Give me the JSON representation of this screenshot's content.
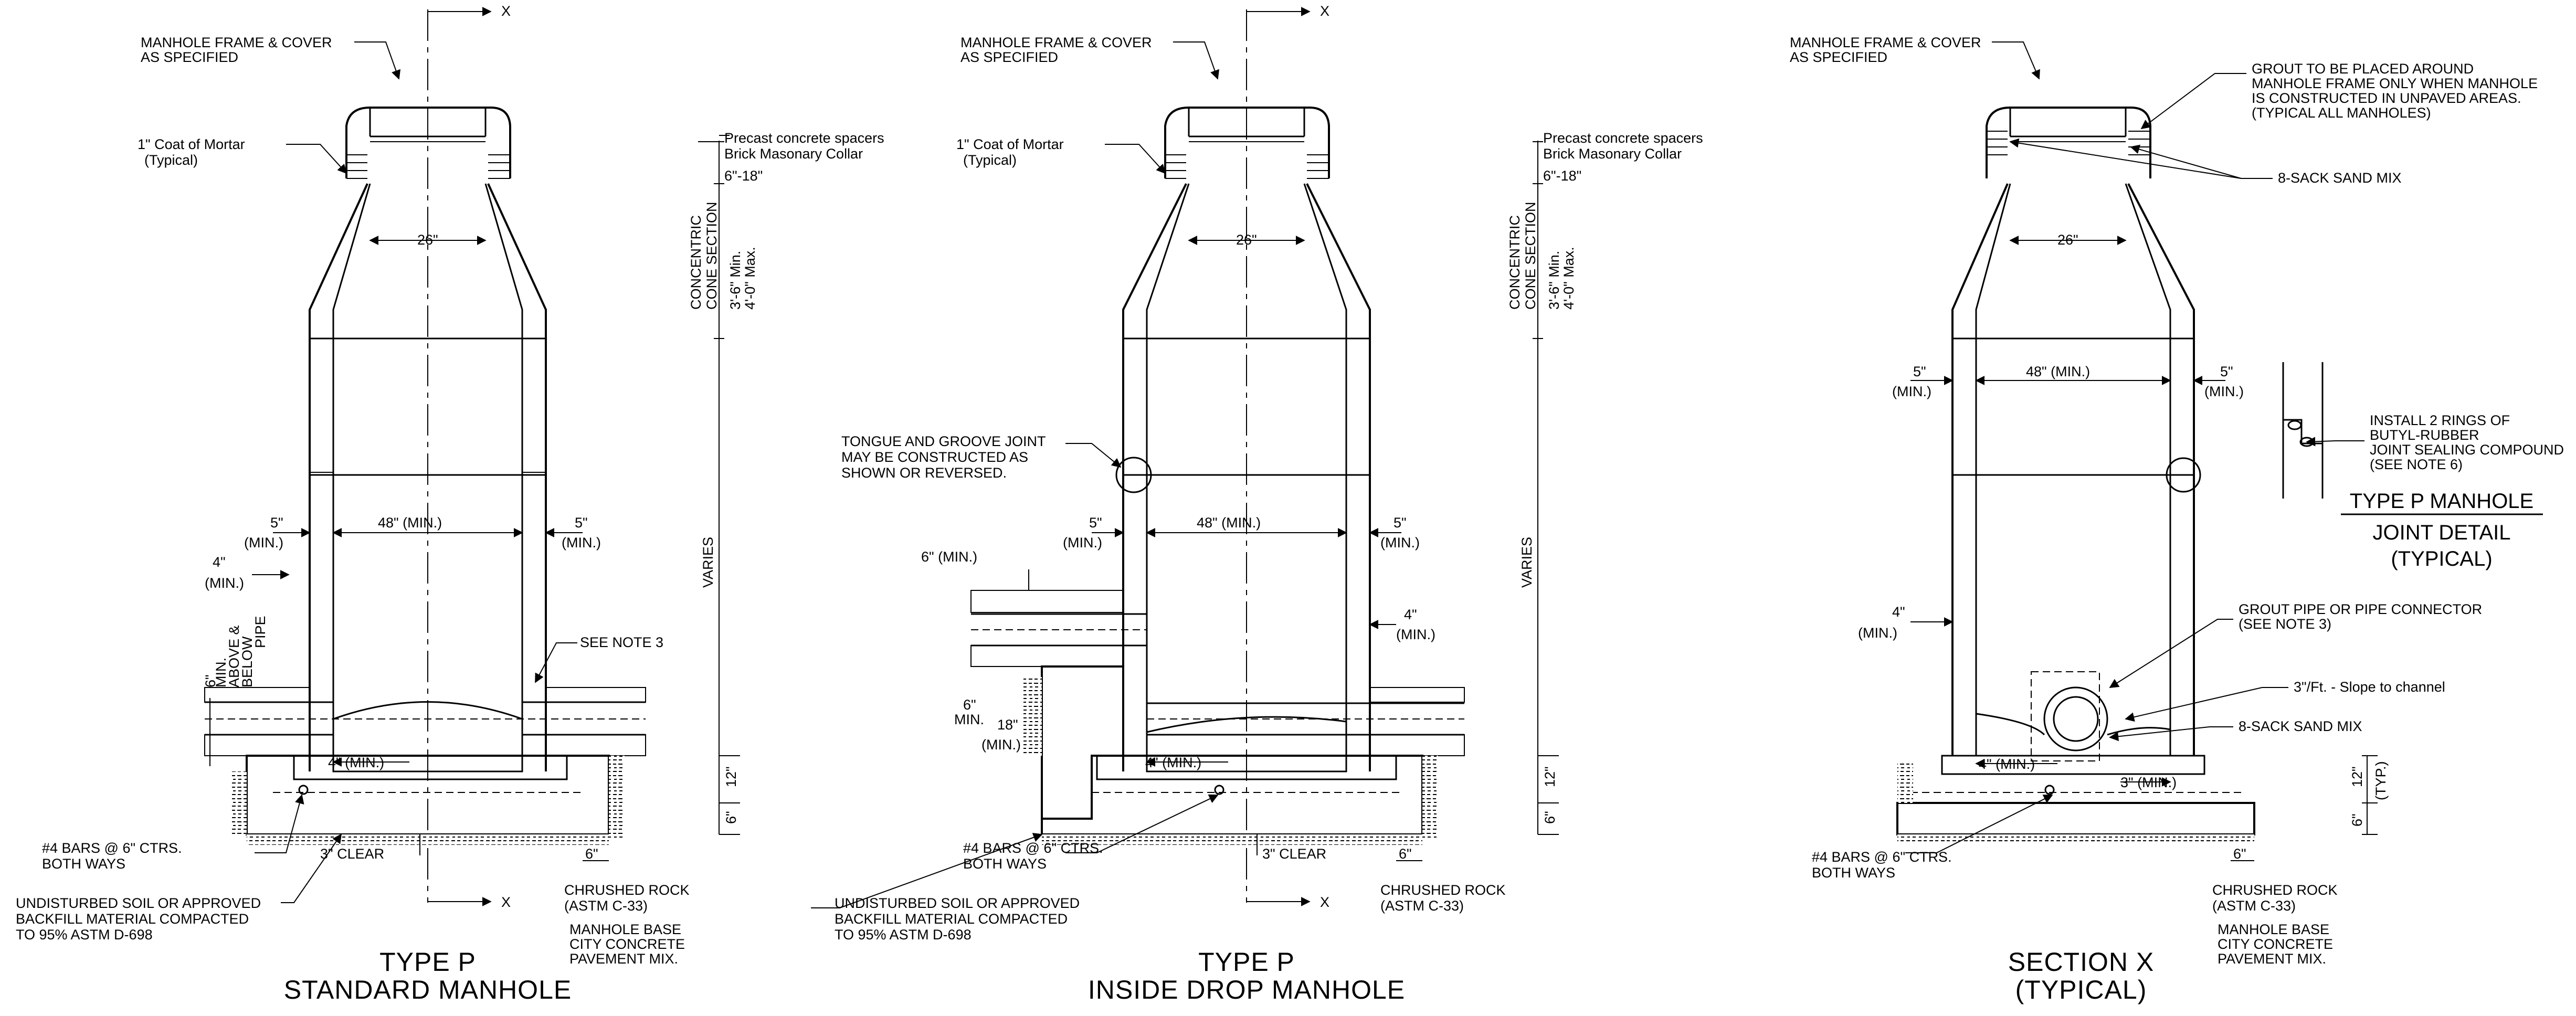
{
  "drawing": {
    "panels": [
      {
        "title_line1": "TYPE P",
        "title_line2": "STANDARD MANHOLE",
        "notes": {
          "frame_cover_1": "MANHOLE FRAME & COVER",
          "frame_cover_2": "AS SPECIFIED",
          "mortar_1": "1\" Coat of Mortar",
          "mortar_2": "(Typical)",
          "spacers": "Precast concrete spacers",
          "collar": "Brick Masonary Collar",
          "collar_dim": "6\"-18\"",
          "cone_1": "CONCENTRIC",
          "cone_2": "CONE SECTION",
          "cone_dim_1": "3'-6\" Min.",
          "cone_dim_2": "4'-0\" Max.",
          "opening": "26\"",
          "barrel": "48\" (MIN.)",
          "wall_left": "5\"",
          "wall_left_min": "(MIN.)",
          "wall_right": "5\"",
          "wall_right_min": "(MIN.)",
          "side_4": "4\"",
          "side_4_min": "(MIN.)",
          "varies": "VARIES",
          "pipe_clear_1": "6\"",
          "pipe_clear_2": "MIN.",
          "pipe_clear_3": "ABOVE &",
          "pipe_clear_4": "BELOW",
          "pipe_clear_5": "PIPE",
          "see_note": "SEE NOTE 3",
          "bottom_4": "4\" (MIN.)",
          "dim_12": "12\"",
          "dim_6v": "6\"",
          "dim_6h": "6\"",
          "clear_3": "3\" CLEAR",
          "bars_1": "#4 BARS @ 6\" CTRS.",
          "bars_2": "BOTH WAYS",
          "soil_1": "UNDISTURBED SOIL OR APPROVED",
          "soil_2": "BACKFILL MATERIAL COMPACTED",
          "soil_3": "TO 95% ASTM D-698",
          "rock_1": "CHRUSHED ROCK",
          "rock_2": "(ASTM C-33)",
          "base_1": "MANHOLE BASE",
          "base_2": "CITY CONCRETE",
          "base_3": "PAVEMENT MIX.",
          "x_top": "X",
          "x_bottom": "X"
        }
      },
      {
        "title_line1": "TYPE P",
        "title_line2": "INSIDE DROP MANHOLE",
        "notes": {
          "frame_cover_1": "MANHOLE FRAME & COVER",
          "frame_cover_2": "AS SPECIFIED",
          "mortar_1": "1\" Coat of Mortar",
          "mortar_2": "(Typical)",
          "spacers": "Precast concrete spacers",
          "collar": "Brick Masonary Collar",
          "collar_dim": "6\"-18\"",
          "cone_1": "CONCENTRIC",
          "cone_2": "CONE SECTION",
          "cone_dim_1": "3'-6\" Min.",
          "cone_dim_2": "4'-0\" Max.",
          "opening": "26\"",
          "barrel": "48\" (MIN.)",
          "wall_left": "5\"",
          "wall_left_min": "(MIN.)",
          "wall_right": "5\"",
          "wall_right_min": "(MIN.)",
          "side_4": "4\"",
          "side_4_min": "(MIN.)",
          "varies": "VARIES",
          "tongue_1": "TONGUE AND GROOVE JOINT",
          "tongue_2": "MAY BE CONSTRUCTED AS",
          "tongue_3": "SHOWN OR REVERSED.",
          "six_min": "6\" (MIN.)",
          "drop_6": "6\"",
          "drop_min": "MIN.",
          "drop_18": "18\"",
          "drop_18_min": "(MIN.)",
          "bottom_4": "4\" (MIN.)",
          "dim_12": "12\"",
          "dim_6v": "6\"",
          "dim_6h": "6\"",
          "clear_3": "3\" CLEAR",
          "bars_1": "#4 BARS @ 6\" CTRS.",
          "bars_2": "BOTH WAYS",
          "soil_1": "UNDISTURBED SOIL OR APPROVED",
          "soil_2": "BACKFILL MATERIAL COMPACTED",
          "soil_3": "TO 95% ASTM D-698",
          "rock_1": "CHRUSHED ROCK",
          "rock_2": "(ASTM C-33)",
          "x_top": "X",
          "x_bottom": "X"
        }
      },
      {
        "title_line1": "SECTION X",
        "title_line2": "(TYPICAL)",
        "notes": {
          "frame_cover_1": "MANHOLE FRAME & COVER",
          "frame_cover_2": "AS SPECIFIED",
          "grout_1": "GROUT TO BE PLACED AROUND",
          "grout_2": "MANHOLE FRAME ONLY WHEN MANHOLE",
          "grout_3": "IS CONSTRUCTED IN UNPAVED AREAS.",
          "grout_4": "(TYPICAL ALL MANHOLES)",
          "sand_mix_top": "8-SACK SAND MIX",
          "opening": "26\"",
          "barrel": "48\" (MIN.)",
          "wall_left": "5\"",
          "wall_left_min": "(MIN.)",
          "wall_right": "5\"",
          "wall_right_min": "(MIN.)",
          "butyl_1": "INSTALL 2 RINGS OF",
          "butyl_2": "BUTYL-RUBBER",
          "butyl_3": "JOINT SEALING COMPOUND",
          "butyl_4": "(SEE NOTE 6)",
          "joint_title_1": "TYPE P MANHOLE",
          "joint_title_2": "JOINT DETAIL",
          "joint_title_3": "(TYPICAL)",
          "side_4": "4\"",
          "side_4_min": "(MIN.)",
          "grout_pipe_1": "GROUT PIPE OR PIPE CONNECTOR",
          "grout_pipe_2": "(SEE NOTE 3)",
          "slope": "3\"/Ft. - Slope to channel",
          "sand_mix_bottom": "8-SACK SAND MIX",
          "bottom_4": "4\" (MIN.)",
          "bottom_3": "3\" (MIN.)",
          "dim_12": "12\"",
          "dim_12_typ": "(TYP.)",
          "dim_6v": "6\"",
          "dim_6h": "6\"",
          "bars_1": "#4 BARS @ 6\" CTRS.",
          "bars_2": "BOTH WAYS",
          "rock_1": "CHRUSHED ROCK",
          "rock_2": "(ASTM C-33)",
          "base_1": "MANHOLE BASE",
          "base_2": "CITY CONCRETE",
          "base_3": "PAVEMENT MIX."
        }
      }
    ]
  }
}
